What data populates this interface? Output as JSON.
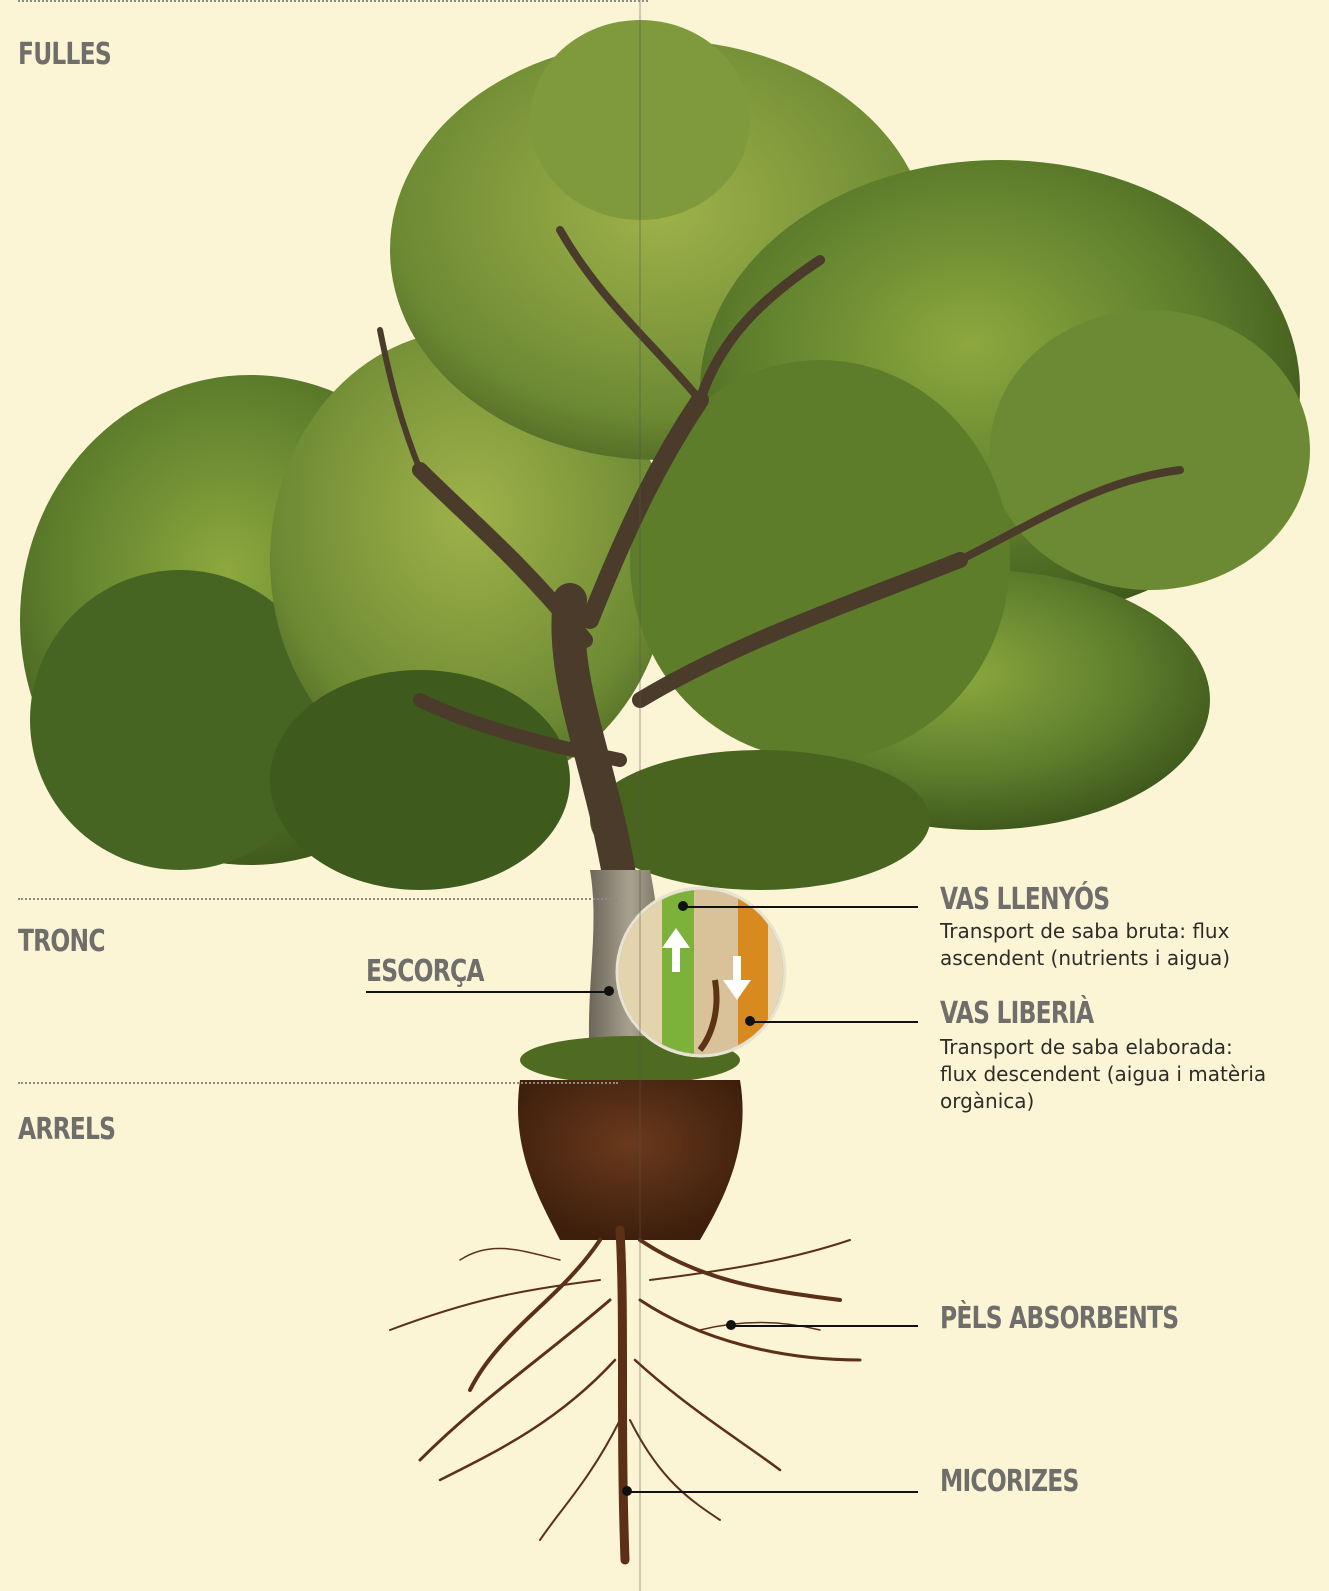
{
  "zones": {
    "leaves": "FULLES",
    "trunk": "TRONC",
    "roots": "ARRELS"
  },
  "callouts": {
    "bark": "ESCORÇA",
    "xylem": {
      "title": "VAS LLENYÓS",
      "text": "Transport de saba bruta: flux ascendent (nutrients i aigua)"
    },
    "phloem": {
      "title": "VAS LIBERIÀ",
      "text": "Transport de saba elaborada: flux descendent (aigua i matèria orgànica)"
    },
    "root_hairs": "PÈLS ABSORBENTS",
    "mycorrhizae": "MICORIZES"
  },
  "colors": {
    "background": "#fbf5d6",
    "label": "#6f6e6a",
    "text": "#2d2c29",
    "foliage": "#4f6d26",
    "bark": "#8f8878",
    "roots": "#5c3016"
  },
  "icons": {
    "up": "arrow-up-icon",
    "down": "arrow-down-icon"
  }
}
